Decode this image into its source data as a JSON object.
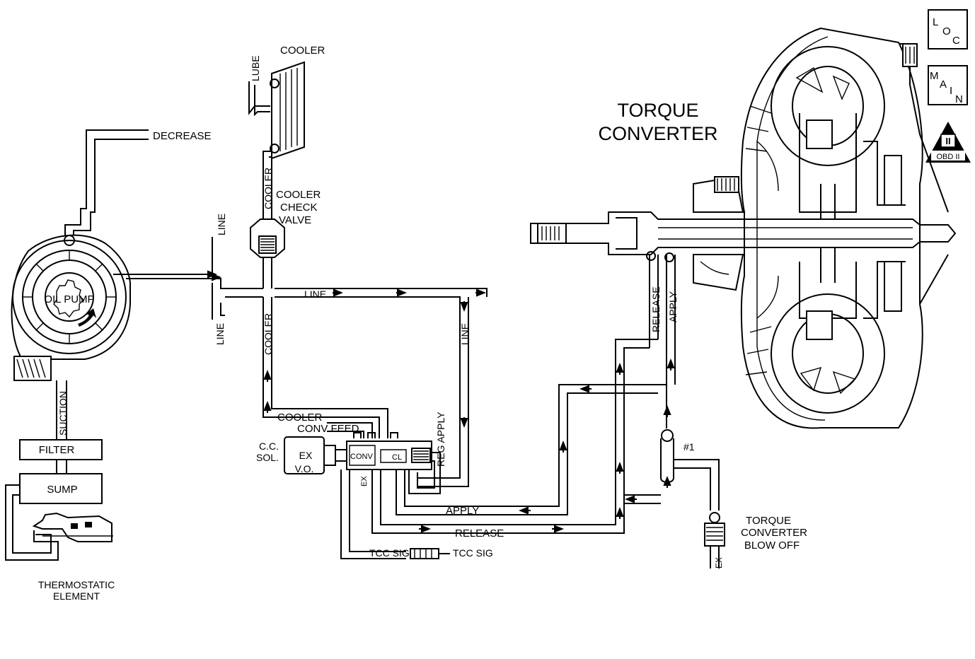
{
  "title": {
    "line1": "TORQUE",
    "line2": "CONVERTER"
  },
  "badges": {
    "loc": [
      "L",
      "O",
      "C"
    ],
    "main": [
      "M",
      "A",
      "I",
      "N"
    ],
    "obd_roman": "II",
    "obd_text": "OBD II"
  },
  "labels": {
    "cooler": "COOLER",
    "lube": "LUBE",
    "decrease": "DECREASE",
    "cooler_vertical_top": "COOLER",
    "cooler_check_valve": [
      "COOLER",
      "CHECK",
      "VALVE"
    ],
    "line_upper": "LINE",
    "line_lower": "LINE",
    "line_horizontal": "LINE",
    "line_right": "LINE",
    "cooler_vertical_mid": "COOLER",
    "oil_pump": "OIL PUMP",
    "suction": "SUCTION",
    "filter": "FILTER",
    "sump": "SUMP",
    "thermostatic_element": [
      "THERMOSTATIC",
      "ELEMENT"
    ],
    "cooler_feed": "COOLER",
    "conv_feed": "CONV FEED",
    "cc_sol": [
      "C.C.",
      "SOL."
    ],
    "ex_solenoid": "EX",
    "vo": "V.O.",
    "conv_valve": "CONV",
    "cl_valve": "CL",
    "ex_valve": "EX",
    "reg_apply": "REG APPLY",
    "apply_bottom": "APPLY",
    "release_bottom": "RELEASE",
    "tcc_sig_left": "TCC SIG",
    "tcc_sig_right": "TCC SIG",
    "release_vertical": "RELEASE",
    "apply_vertical": "APPLY",
    "check_ball": "#1",
    "tc_blow_off": [
      "TORQUE",
      "CONVERTER",
      "BLOW OFF"
    ],
    "ex_blow_off": "EX"
  }
}
